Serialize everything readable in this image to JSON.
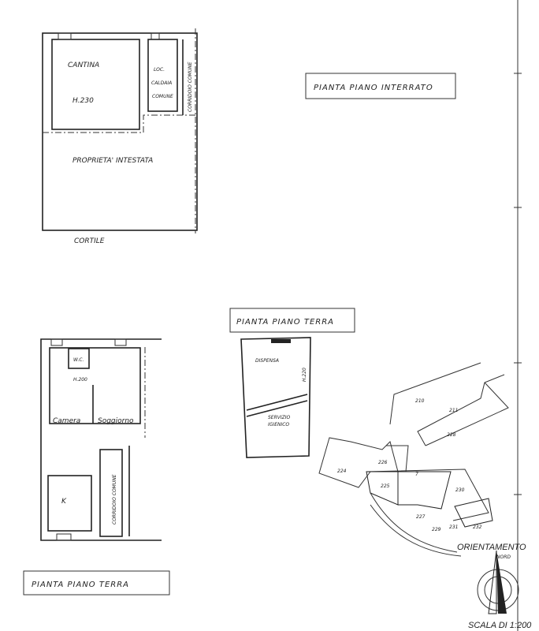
{
  "basement": {
    "title": "PIANTA PIANO INTERRATO",
    "cantina": "CANTINA",
    "cantina_height": "H.230",
    "loc_caldaia": [
      "LOC.",
      "CALDAIA",
      "COMUNE"
    ],
    "corridoio": "CORRIDOIO COMUNE",
    "proprieta": "PROPRIETA' INTESTATA",
    "cortile": "CORTILE"
  },
  "ground_floor": {
    "title": "PIANTA PIANO TERRA",
    "wc": "W.C.",
    "height": "H.200",
    "camera": "Camera",
    "soggiorno": "Soggiorno",
    "kitchen": "K",
    "corridoio": "CORRIDOIO COMUNE"
  },
  "ground_floor_annex": {
    "title": "PIANTA PIANO TERRA",
    "dispensa": "DISPENSA",
    "height": "H.220",
    "servizio": [
      "SERVIZIO",
      "IGIENICO"
    ]
  },
  "site_map": {
    "parcels": [
      "210",
      "211",
      "228",
      "224",
      "226",
      "225",
      "230",
      "227",
      "229",
      "231",
      "232",
      "7"
    ],
    "orientation": "ORIENTAMENTO",
    "north": "NORD",
    "scale": "SCALA DI 1:200"
  }
}
